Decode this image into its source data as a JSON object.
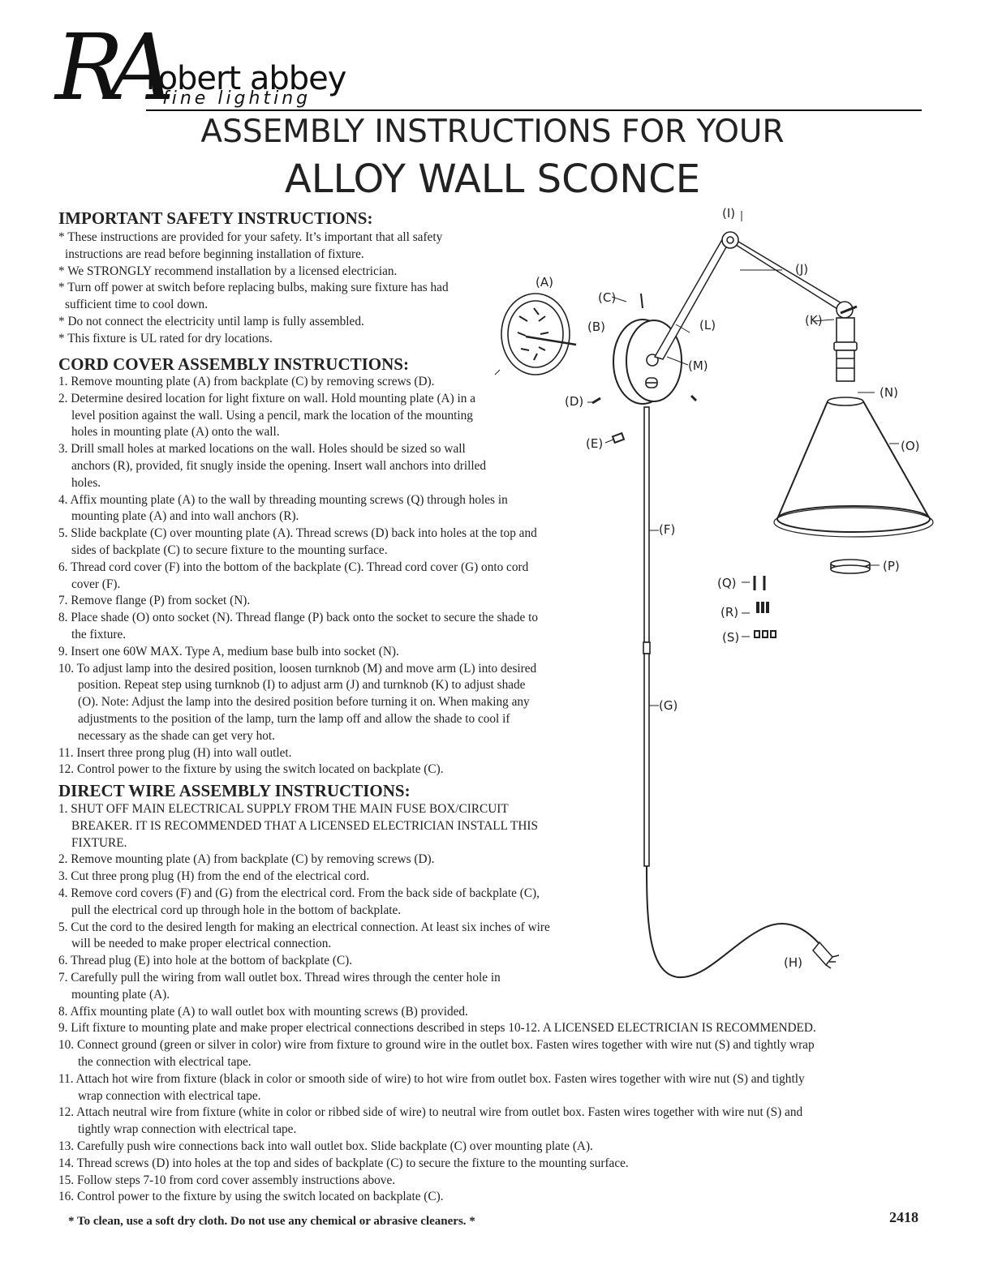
{
  "logo": {
    "script": "RA",
    "brand": "robert abbey",
    "tagline": "fine lighting"
  },
  "title_line1": "ASSEMBLY INSTRUCTIONS FOR YOUR",
  "title_line2": "ALLOY WALL SCONCE",
  "safety": {
    "heading": "IMPORTANT SAFETY INSTRUCTIONS:",
    "lines": [
      "* These instructions are provided for your safety. It’s important that all safety",
      "  instructions are read before beginning installation of fixture.",
      "* We STRONGLY recommend installation by a licensed electrician.",
      "* Turn off power at switch before replacing bulbs, making sure fixture has had",
      "  sufficient time to cool down.",
      "* Do not connect the electricity until lamp is fully assembled.",
      "* This fixture is UL rated for dry locations."
    ]
  },
  "cord": {
    "heading": "CORD COVER ASSEMBLY INSTRUCTIONS:",
    "lines": [
      "1. Remove mounting plate (A) from backplate (C) by removing screws (D).",
      "2. Determine desired location for light fixture on wall. Hold mounting plate (A) in a",
      "    level position against the wall. Using a pencil, mark the location of the mounting",
      "    holes in mounting plate (A) onto the wall.",
      "3. Drill small holes at marked locations on the wall. Holes should be sized so wall",
      "    anchors (R), provided, fit snugly inside the opening. Insert wall anchors into drilled",
      "    holes.",
      "4. Affix mounting plate (A) to the wall by threading mounting screws (Q) through holes in",
      "    mounting plate (A) and into wall anchors (R).",
      "5. Slide backplate (C) over mounting plate (A). Thread screws (D) back into holes at the top and",
      "    sides of backplate (C) to secure fixture to the mounting surface.",
      "6. Thread cord cover (F) into the bottom of the backplate (C). Thread cord cover (G) onto cord",
      "    cover (F).",
      "7. Remove flange (P) from socket (N).",
      "8. Place shade (O) onto socket (N). Thread flange (P) back onto the socket to secure the shade to",
      "    the fixture.",
      "9. Insert one 60W MAX. Type A, medium base bulb into socket (N).",
      "10. To adjust lamp into the desired position, loosen turnknob (M) and move arm (L) into desired",
      "      position. Repeat step using turnknob (I) to adjust arm (J) and turnknob (K) to adjust shade",
      "      (O). Note: Adjust the lamp into the desired position before turning it on. When making any",
      "      adjustments to the position of the lamp, turn the lamp off and allow the shade to cool if",
      "      necessary as the shade can get very hot.",
      "11. Insert three prong plug (H) into wall outlet.",
      "12. Control power to the fixture by using the switch located on backplate (C)."
    ]
  },
  "direct": {
    "heading": "DIRECT WIRE ASSEMBLY INSTRUCTIONS:",
    "lines": [
      "1. SHUT OFF MAIN ELECTRICAL SUPPLY FROM THE MAIN FUSE BOX/CIRCUIT",
      "    BREAKER. IT IS RECOMMENDED THAT A LICENSED ELECTRICIAN INSTALL THIS",
      "    FIXTURE.",
      "2. Remove mounting plate (A) from backplate (C) by removing screws (D).",
      "3. Cut three prong plug (H) from the end of the electrical cord.",
      "4. Remove cord covers (F) and (G) from the electrical cord. From the back side of  backplate (C),",
      "    pull the electrical cord up through hole in the bottom of backplate.",
      "5. Cut the cord to the desired length for making an electrical connection. At least six inches of wire",
      "    will be needed to make proper electrical connection.",
      "6. Thread plug (E) into hole at the bottom of backplate (C).",
      "7. Carefully pull the wiring from wall outlet box. Thread wires through the center hole in",
      "    mounting plate (A).",
      "8. Affix mounting plate (A) to wall outlet box with mounting screws (B) provided.",
      "9. Lift fixture to mounting plate and make proper electrical connections described in steps 10-12. A LICENSED ELECTRICIAN IS RECOMMENDED.",
      "10. Connect ground (green or silver in color) wire from fixture to ground wire in the outlet box. Fasten wires together with wire nut (S) and tightly wrap",
      "      the connection with electrical tape.",
      "11. Attach hot wire from fixture (black in color or smooth side of wire) to hot wire from outlet box. Fasten wires together with wire nut (S) and tightly",
      "      wrap connection with electrical tape.",
      "12. Attach neutral wire from fixture (white in color or ribbed side of wire) to neutral wire from outlet box. Fasten wires together with wire nut (S) and",
      "      tightly wrap connection with electrical tape.",
      "13. Carefully push wire connections back into wall outlet box. Slide backplate (C) over mounting plate (A).",
      "14. Thread screws (D) into holes at the top and sides of backplate (C) to secure the fixture to the mounting surface.",
      "15. Follow steps 7-10 from cord cover assembly instructions above.",
      "16. Control power to the fixture by using the switch located on backplate (C)."
    ]
  },
  "footer_note": "* To clean, use a soft dry cloth. Do not use any chemical or abrasive cleaners. *",
  "page_number": "2418",
  "diagram_labels": {
    "A": "(A)",
    "B": "(B)",
    "C": "(C)",
    "D": "(D)",
    "E": "(E)",
    "F": "(F)",
    "G": "(G)",
    "H": "(H)",
    "I": "(I)",
    "J": "(J)",
    "K": "(K)",
    "L": "(L)",
    "M": "(M)",
    "N": "(N)",
    "O": "(O)",
    "P": "(P)",
    "Q": "(Q)",
    "R": "(R)",
    "S": "(S)"
  }
}
